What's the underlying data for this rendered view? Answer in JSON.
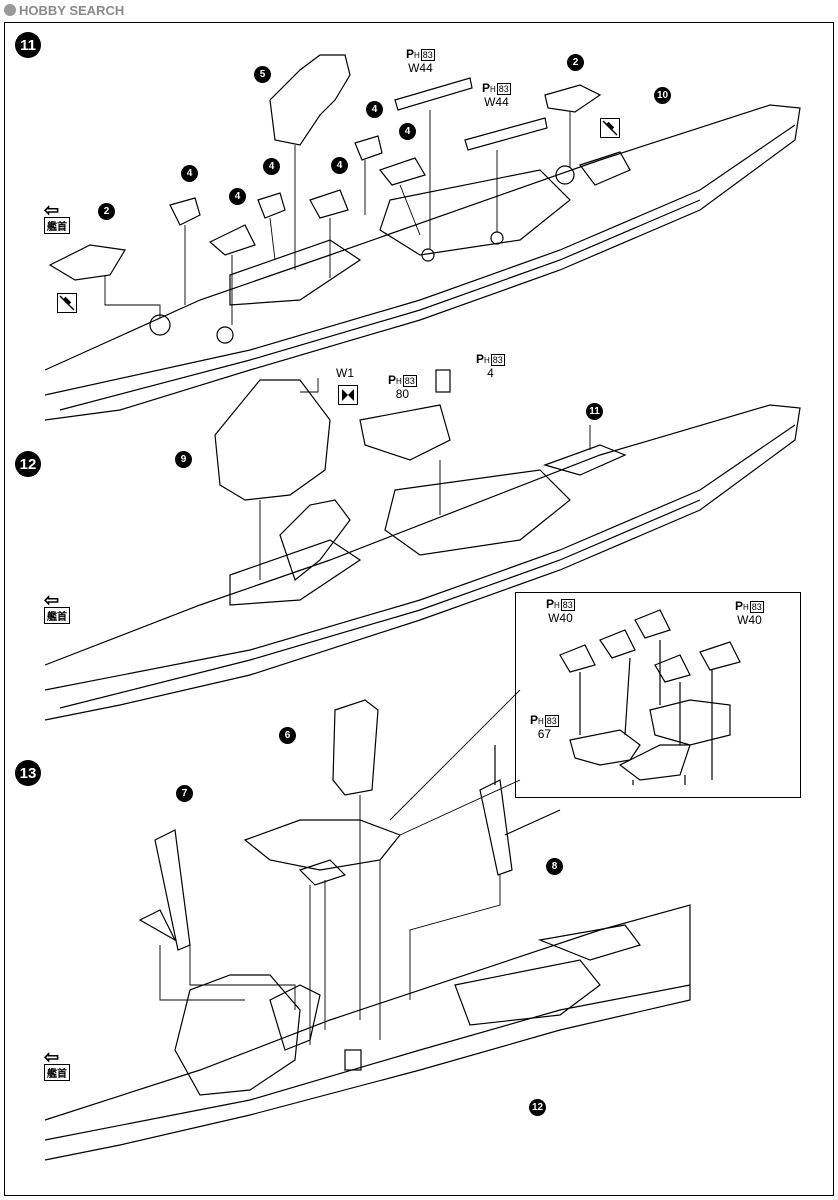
{
  "header": {
    "logo_text": "HOBBY SEARCH"
  },
  "steps": [
    {
      "number": "11"
    },
    {
      "number": "12"
    },
    {
      "number": "13"
    }
  ],
  "bow_label": "艦首",
  "part_refs": {
    "w44_a": {
      "code": "W44",
      "sheet": "83"
    },
    "w44_b": {
      "code": "W44",
      "sheet": "83"
    },
    "w1": {
      "code": "W1"
    },
    "p80": {
      "code": "80",
      "sheet": "83"
    },
    "p4": {
      "code": "4",
      "sheet": "83"
    },
    "w40_a": {
      "code": "W40",
      "sheet": "83"
    },
    "w40_b": {
      "code": "W40",
      "sheet": "83"
    },
    "p67": {
      "code": "67",
      "sheet": "83"
    }
  },
  "callouts": {
    "s11": [
      "5",
      "2",
      "10",
      "4",
      "4",
      "4",
      "4",
      "4",
      "4",
      "2"
    ],
    "s12": [
      "9",
      "11"
    ],
    "s13": [
      "6",
      "7",
      "8",
      "12"
    ]
  },
  "icons": [
    "no-glue-icon",
    "no-glue-icon",
    "cement-mark-icon"
  ]
}
